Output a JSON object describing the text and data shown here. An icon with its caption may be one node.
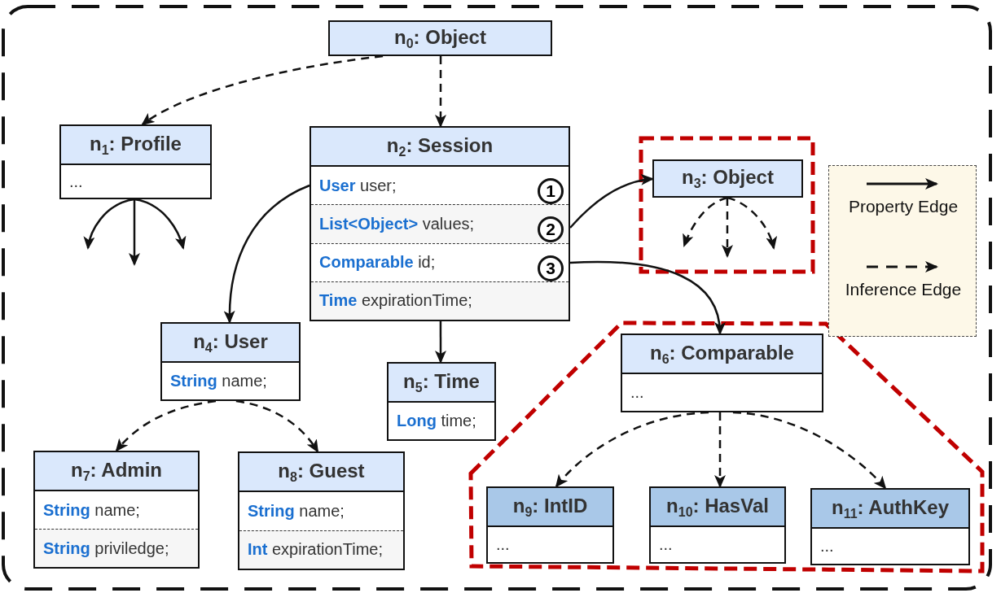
{
  "diagram": {
    "nodes": [
      {
        "text": [
          "n$_{0}$: Object"
        ]
      },
      {
        "text": [
          "n$_{1}$: Profile",
          "..."
        ]
      },
      {
        "text": [
          "n$_{2}$: Session",
          "**User** user;",
          "**List<Object>** values;",
          "**Comparable** id;",
          "**Time** expirationTime;"
        ]
      },
      {
        "text": [],
        "shape": "box"
      },
      {
        "text": [
          "n$_{3}$: Object"
        ],
        "in": 3
      },
      {
        "text": [
          "n$_{4}$: User",
          "**String** name;"
        ]
      },
      {
        "text": [
          "n$_{5}$: Time",
          "**Long** time;"
        ]
      },
      {
        "text": [],
        "shape": "polygon"
      },
      {
        "text": [
          "n$_{6}$: Comparable",
          "..."
        ],
        "in": 7
      },
      {
        "text": [
          "n$_{7}$: Admin",
          "**String** name;",
          "**String** priviledge;"
        ]
      },
      {
        "text": [
          "n$_{8}$: Guest",
          "**String** name;",
          "**Int** expirationTime;"
        ]
      },
      {
        "text": [
          "n$_{9}$: IntID",
          "..."
        ],
        "in": 7
      },
      {
        "text": [
          "n$_{10}$: HasVal",
          "..."
        ],
        "in": 7
      },
      {
        "text": [
          "n$_{11}$: AuthKey",
          "..."
        ],
        "in": 7
      }
    ],
    "edges": [
      {
        "from": 0,
        "to": 1,
        "arrow": "to",
        "style": "dashed"
      },
      {
        "from": 0,
        "to": 2,
        "arrow": "to",
        "style": "dashed"
      },
      {
        "from": 1,
        "to": null,
        "arrow": "to"
      },
      {
        "from": 1,
        "to": null,
        "arrow": "to"
      },
      {
        "from": 1,
        "to": null,
        "arrow": "to"
      },
      {
        "from": 2,
        "to": 5,
        "arrow": "to"
      },
      {
        "from": 2,
        "to": 4,
        "arrow": "to"
      },
      {
        "from": 2,
        "to": 8,
        "arrow": "to"
      },
      {
        "from": 2,
        "to": 6,
        "arrow": "to"
      },
      {
        "from": 4,
        "to": null,
        "arrow": "to",
        "style": "dashed"
      },
      {
        "from": 4,
        "to": null,
        "arrow": "to",
        "style": "dashed"
      },
      {
        "from": 4,
        "to": null,
        "arrow": "to",
        "style": "dashed"
      },
      {
        "from": 5,
        "to": 9,
        "arrow": "to",
        "style": "dashed"
      },
      {
        "from": 5,
        "to": 10,
        "arrow": "to",
        "style": "dashed"
      },
      {
        "from": 8,
        "to": 11,
        "arrow": "to",
        "style": "dashed"
      },
      {
        "from": 8,
        "to": 12,
        "arrow": "to",
        "style": "dashed"
      },
      {
        "from": 8,
        "to": 13,
        "arrow": "to",
        "style": "dashed"
      }
    ],
    "labels": [
      "1",
      "2",
      "3"
    ],
    "legend": [
      {
        "text": "Property Edge"
      },
      {
        "text": "Inference Edge"
      }
    ]
  }
}
